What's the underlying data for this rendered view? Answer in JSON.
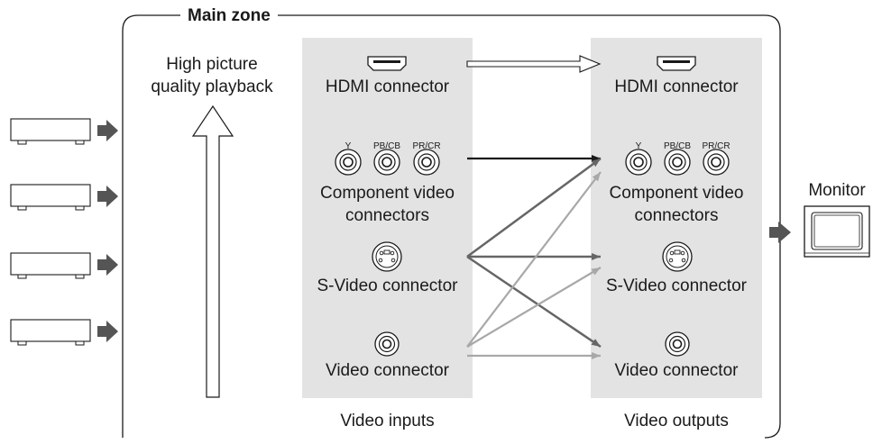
{
  "zone_title": "Main zone",
  "quality_label_line1": "High picture",
  "quality_label_line2": "quality playback",
  "monitor_label": "Monitor",
  "inputs": {
    "caption": "Video inputs",
    "hdmi": "HDMI connector",
    "component_line1": "Component video",
    "component_line2": "connectors",
    "component_channels": [
      "Y",
      "PB/CB",
      "PR/CR"
    ],
    "svideo": "S-Video connector",
    "video": "Video connector"
  },
  "outputs": {
    "caption": "Video outputs",
    "hdmi": "HDMI connector",
    "component_line1": "Component video",
    "component_line2": "connectors",
    "component_channels": [
      "Y",
      "PB/CB",
      "PR/CR"
    ],
    "svideo": "S-Video connector",
    "video": "Video connector"
  },
  "source_devices": [
    "device-1",
    "device-2",
    "device-3",
    "device-4"
  ],
  "colors": {
    "panel": "#e3e3e3",
    "line_black": "#1a1a1a",
    "line_dark": "#666666",
    "line_light": "#a8a8a8",
    "arrow_gray": "#555555"
  }
}
